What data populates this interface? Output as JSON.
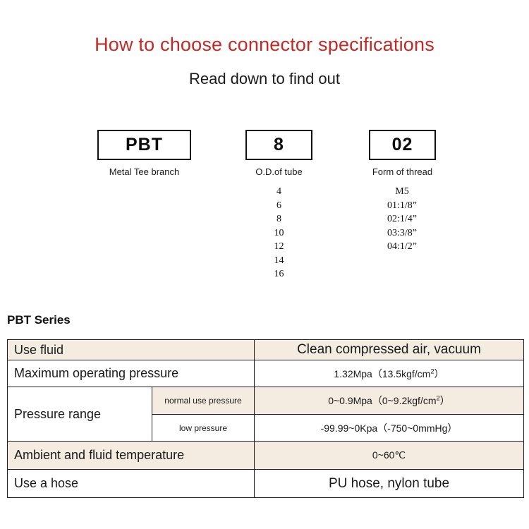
{
  "header": {
    "title": "How to choose connector specifications",
    "subtitle": "Read down to find out"
  },
  "code_breakdown": {
    "segments": [
      {
        "code": "PBT",
        "caption": "Metal Tee branch"
      },
      {
        "code": "8",
        "caption": "O.D.of tube"
      },
      {
        "code": "02",
        "caption": "Form of thread"
      }
    ],
    "tube_sizes": [
      "4",
      "6",
      "8",
      "10",
      "12",
      "14",
      "16"
    ],
    "thread_forms": [
      "M5",
      "01:1/8”",
      "02:1/4”",
      "03:3/8”",
      "04:1/2”"
    ]
  },
  "spec": {
    "series_title": "PBT Series",
    "rows": [
      {
        "label": "Use fluid",
        "sublabel": "",
        "value": "Clean compressed air, vacuum"
      },
      {
        "label": "Maximum operating pressure",
        "sublabel": "",
        "value": "1.32Mpa（13.5kgf/cm2）"
      },
      {
        "label": "Pressure range",
        "sublabel": "normal use pressure",
        "value": "0~0.9Mpa（0~9.2kgf/cm2）"
      },
      {
        "label": "",
        "sublabel": "low pressure",
        "value": "-99.99~0Kpa（-750~0mmHg）"
      },
      {
        "label": "Ambient and fluid temperature",
        "sublabel": "",
        "value": "0~60℃"
      },
      {
        "label": "Use a hose",
        "sublabel": "",
        "value": "PU hose, nylon tube"
      }
    ]
  },
  "colors": {
    "title_red": "#c32a26",
    "row_shade": "#f5ece1",
    "border": "#231f20"
  }
}
